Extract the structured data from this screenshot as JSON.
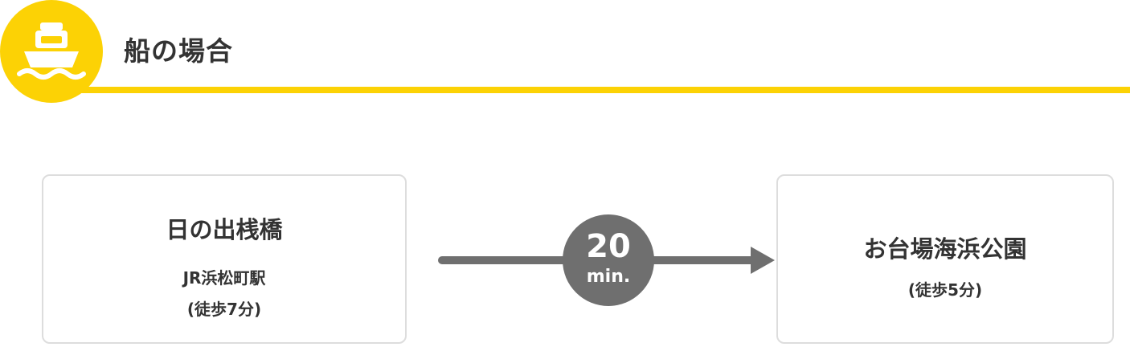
{
  "header": {
    "title": "船の場合",
    "icon": "ship-icon",
    "accent_color": "#fcd205"
  },
  "route": {
    "from": {
      "name": "日の出桟橋",
      "station": "JR浜松町駅",
      "walk": "(徒歩7分)"
    },
    "duration": {
      "value": "20",
      "unit": "min."
    },
    "to": {
      "name": "お台場海浜公園",
      "walk": "(徒歩5分)"
    },
    "arrow_color": "#6f6f6f"
  }
}
